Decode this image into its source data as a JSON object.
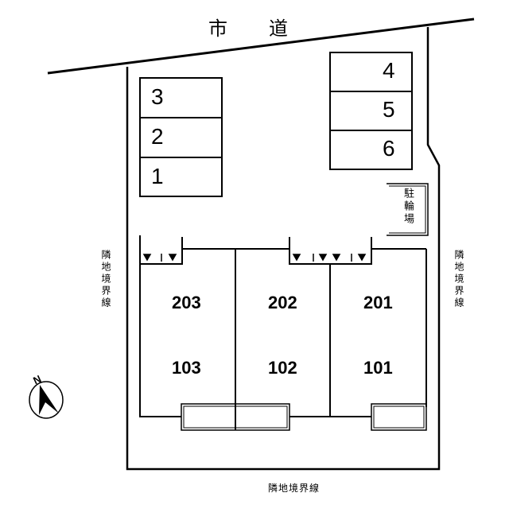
{
  "road_label": "市　道",
  "west_boundary": "隣地境界線",
  "east_boundary": "隣地境界線",
  "south_boundary": "隣地境界線",
  "bicycle_parking": "駐輪場",
  "north_label": "N",
  "parking_left": [
    "3",
    "2",
    "1"
  ],
  "parking_right": [
    "4",
    "5",
    "6"
  ],
  "units": {
    "west": {
      "upper": "203",
      "lower": "103"
    },
    "center": {
      "upper": "202",
      "lower": "102"
    },
    "east": {
      "upper": "201",
      "lower": "101"
    }
  }
}
